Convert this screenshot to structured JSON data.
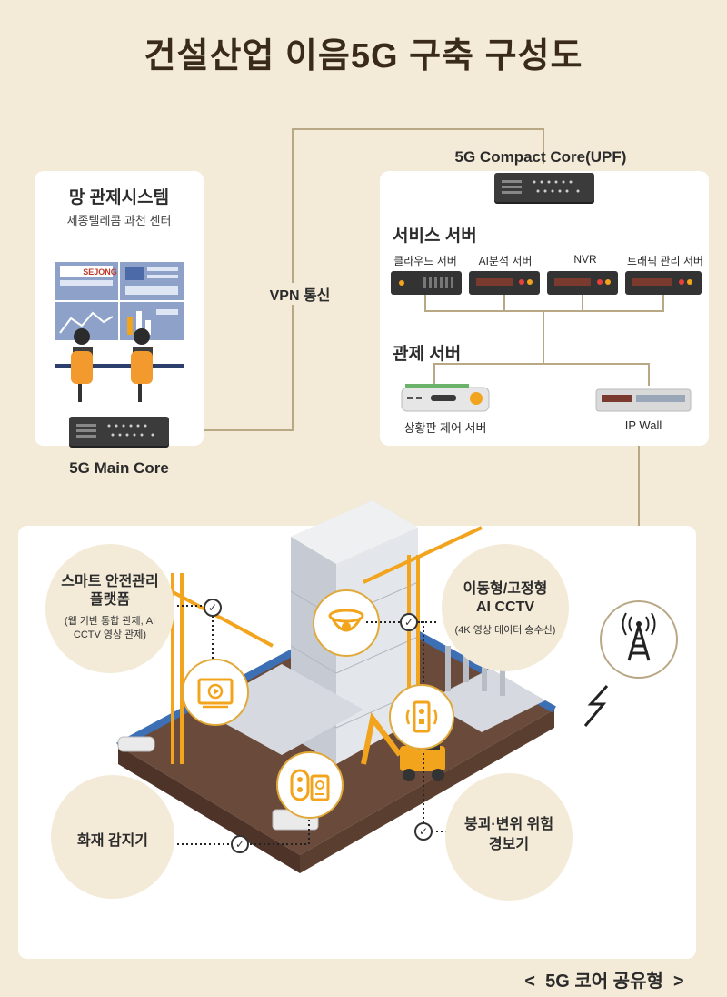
{
  "title": "건설산업 이음5G 구축 구성도",
  "left_panel": {
    "title": "망 관제시스템",
    "subtitle": "세종텔레콤 과천 센터",
    "logo_text": "SEJONG"
  },
  "main_core_label": "5G Main Core",
  "vpn_label": "VPN 통신",
  "compact_core_label": "5G Compact Core(UPF)",
  "service_servers": {
    "heading": "서비스 서버",
    "items": [
      "클라우드 서버",
      "AI분석 서버",
      "NVR",
      "트래픽 관리 서버"
    ]
  },
  "control_servers": {
    "heading": "관제 서버",
    "items": [
      "상황판 제어 서버",
      "IP Wall"
    ]
  },
  "features": {
    "smart_safety": {
      "title": "스마트 안전관리 플랫폼",
      "sub": "(웹 기반 통합 관제, AI CCTV 영상 관제)"
    },
    "cctv": {
      "title": "이동형/고정형 AI CCTV",
      "sub": "(4K 영상 데이터 송수신)"
    },
    "fire": {
      "title": "화재 감지기"
    },
    "collapse": {
      "title": "붕괴·변위 위험 경보기"
    }
  },
  "footer_label": "<  5G 코어 공유형  >",
  "colors": {
    "background": "#f3ead7",
    "accent": "#f2a41c",
    "line": "#b8a886",
    "dark": "#3b3b3b"
  },
  "icons": [
    "antenna-tower-icon",
    "lightning-icon",
    "cctv-icon",
    "video-player-icon",
    "sensor-icon",
    "fire-detector-icon",
    "check-icon"
  ]
}
